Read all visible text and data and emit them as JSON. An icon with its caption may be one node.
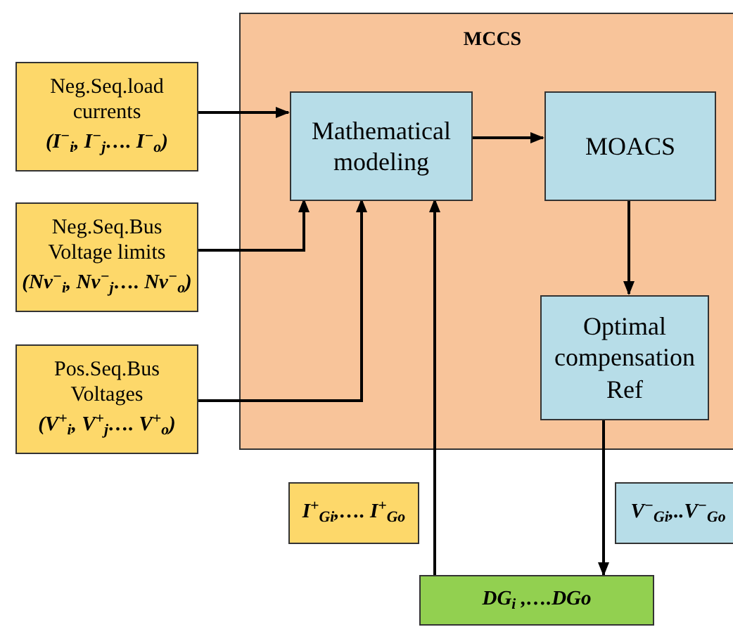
{
  "diagram": {
    "nodes": [
      {
        "text": [
          "MCCS"
        ]
      },
      {
        "text": [
          "Mathematical modeling"
        ],
        "in": 0
      },
      {
        "text": [
          "MOACS"
        ],
        "in": 0
      },
      {
        "text": [
          "Optimal compensation Ref"
        ],
        "in": 0
      },
      {
        "text": [
          "Neg.Seq.load currents",
          "(I$^{−}$$_{i}$, I$^{−}$$_{j}$…. I$^{−}$$_{o}$)"
        ]
      },
      {
        "text": [
          "Neg.Seq.Bus Voltage limits",
          "(Nv$^{−}$$_{i}$, Nv$^{−}$$_{j}$…. Nv$^{−}$$_{o}$)"
        ]
      },
      {
        "text": [
          "Pos.Seq.Bus Voltages",
          "(V$^{+}$$_{i}$, V$^{+}$$_{j}$…. V$^{+}$$_{o}$)"
        ]
      },
      {
        "text": [
          "I$^{+}$$_{Gi}$,…. I$^{+}$$_{Go}$"
        ]
      },
      {
        "text": [
          "V$^{−}$$_{Gi}$,..V$^{−}$$_{Go}$"
        ]
      },
      {
        "text": [
          "DG$_{i}$ ,….DGo"
        ]
      }
    ],
    "edges": [
      {
        "from": 4,
        "to": 1,
        "arrow": "to"
      },
      {
        "from": 5,
        "to": 1,
        "arrow": "to"
      },
      {
        "from": 6,
        "to": 1,
        "arrow": "to"
      },
      {
        "from": 9,
        "to": 1,
        "arrow": "to"
      },
      {
        "from": 1,
        "to": 2,
        "arrow": "to"
      },
      {
        "from": 2,
        "to": 3,
        "arrow": "to"
      },
      {
        "from": 3,
        "to": 9,
        "arrow": "to"
      }
    ]
  }
}
